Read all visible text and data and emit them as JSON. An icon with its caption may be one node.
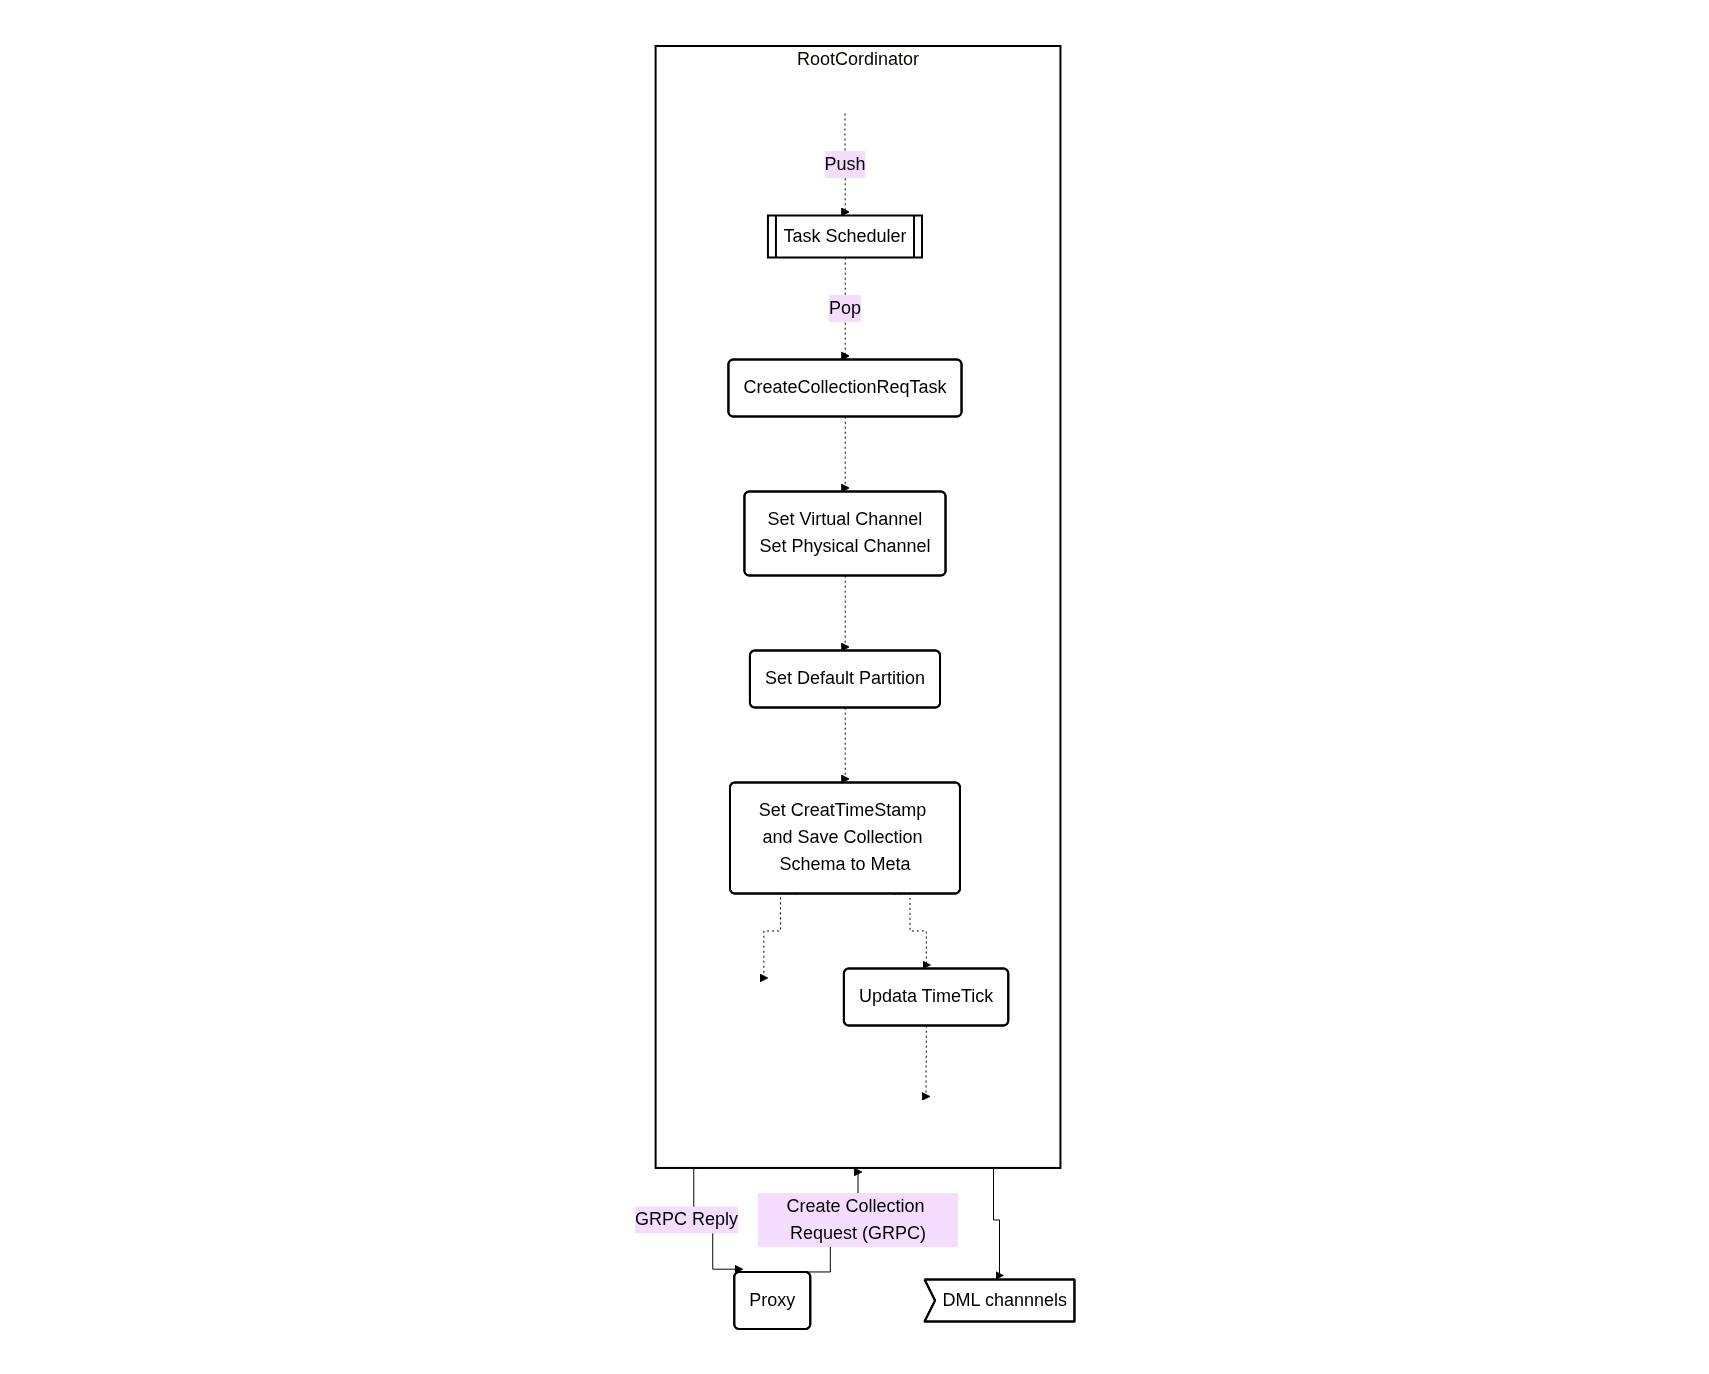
{
  "diagram": {
    "nodes": [
      {
        "text": [
          "Proxy"
        ]
      },
      {
        "text": [
          "RootCordinator"
        ]
      },
      {
        "text": [
          "Task Scheduler"
        ],
        "in": 1
      },
      {
        "text": [
          "CreateCollectionReqTask"
        ],
        "in": 1
      },
      {
        "text": [
          "Set Virtual Channel",
          "Set Physical Channel"
        ],
        "in": 1
      },
      {
        "text": [
          "Set Default Partition"
        ],
        "in": 1
      },
      {
        "text": [
          "Set CreatTimeStamp and Save Collection Schema to Meta"
        ],
        "in": 1
      },
      {
        "text": [
          "Updata TimeTick"
        ],
        "in": 1
      },
      {
        "text": [
          "DML channnels"
        ]
      }
    ],
    "edges": [
      {
        "from": 0,
        "to": 1,
        "arrow": "to",
        "label": "Create Collection Request (GRPC)"
      },
      {
        "from": null,
        "to": 2,
        "arrow": "to",
        "label": "Push",
        "style": "dashed"
      },
      {
        "from": 2,
        "to": 3,
        "arrow": "to",
        "label": "Pop",
        "style": "dashed"
      },
      {
        "from": 3,
        "to": 4,
        "arrow": "to",
        "style": "dashed"
      },
      {
        "from": 4,
        "to": 5,
        "arrow": "to",
        "style": "dashed"
      },
      {
        "from": 5,
        "to": 6,
        "arrow": "to",
        "style": "dashed"
      },
      {
        "from": 6,
        "to": null,
        "arrow": "to",
        "style": "dashed"
      },
      {
        "from": 6,
        "to": 7,
        "arrow": "to",
        "style": "dashed"
      },
      {
        "from": 7,
        "to": null,
        "arrow": "to",
        "style": "dashed"
      },
      {
        "from": 1,
        "to": 0,
        "arrow": "to",
        "label": "GRPC Reply"
      },
      {
        "from": 1,
        "to": 8,
        "arrow": "to"
      }
    ]
  }
}
